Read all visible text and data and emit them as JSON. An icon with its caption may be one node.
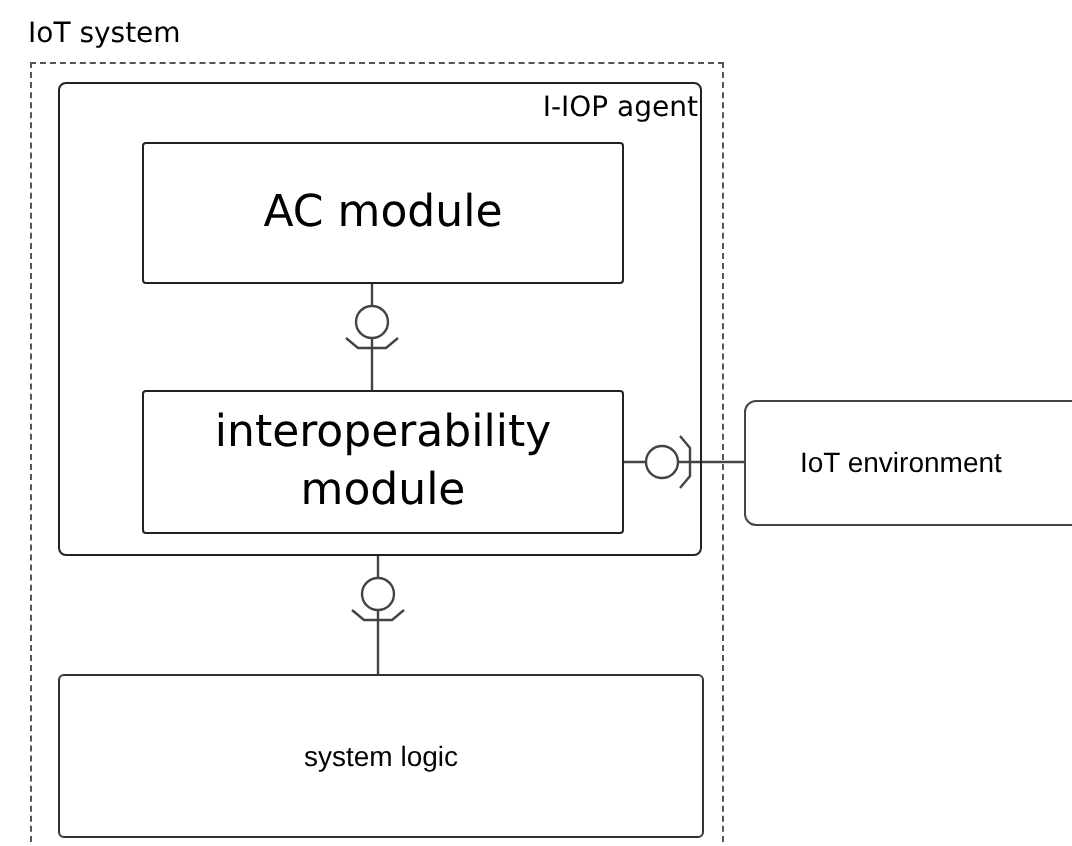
{
  "diagram": {
    "nodes": [
      {
        "text": [
          "IoT system"
        ]
      },
      {
        "text": [
          "I-IOP agent"
        ],
        "in": 0
      },
      {
        "text": [
          "AC module"
        ],
        "in": 1
      },
      {
        "text": [
          "interoperability module"
        ],
        "in": 1
      },
      {
        "text": [
          "IoT environment"
        ]
      },
      {
        "text": [
          "system logic"
        ],
        "in": 0
      }
    ],
    "edges": [
      {
        "from": 2,
        "to": 3,
        "arrow": "other"
      },
      {
        "from": 3,
        "to": 4,
        "arrow": "other"
      },
      {
        "from": 1,
        "to": 5,
        "arrow": "other"
      }
    ]
  }
}
